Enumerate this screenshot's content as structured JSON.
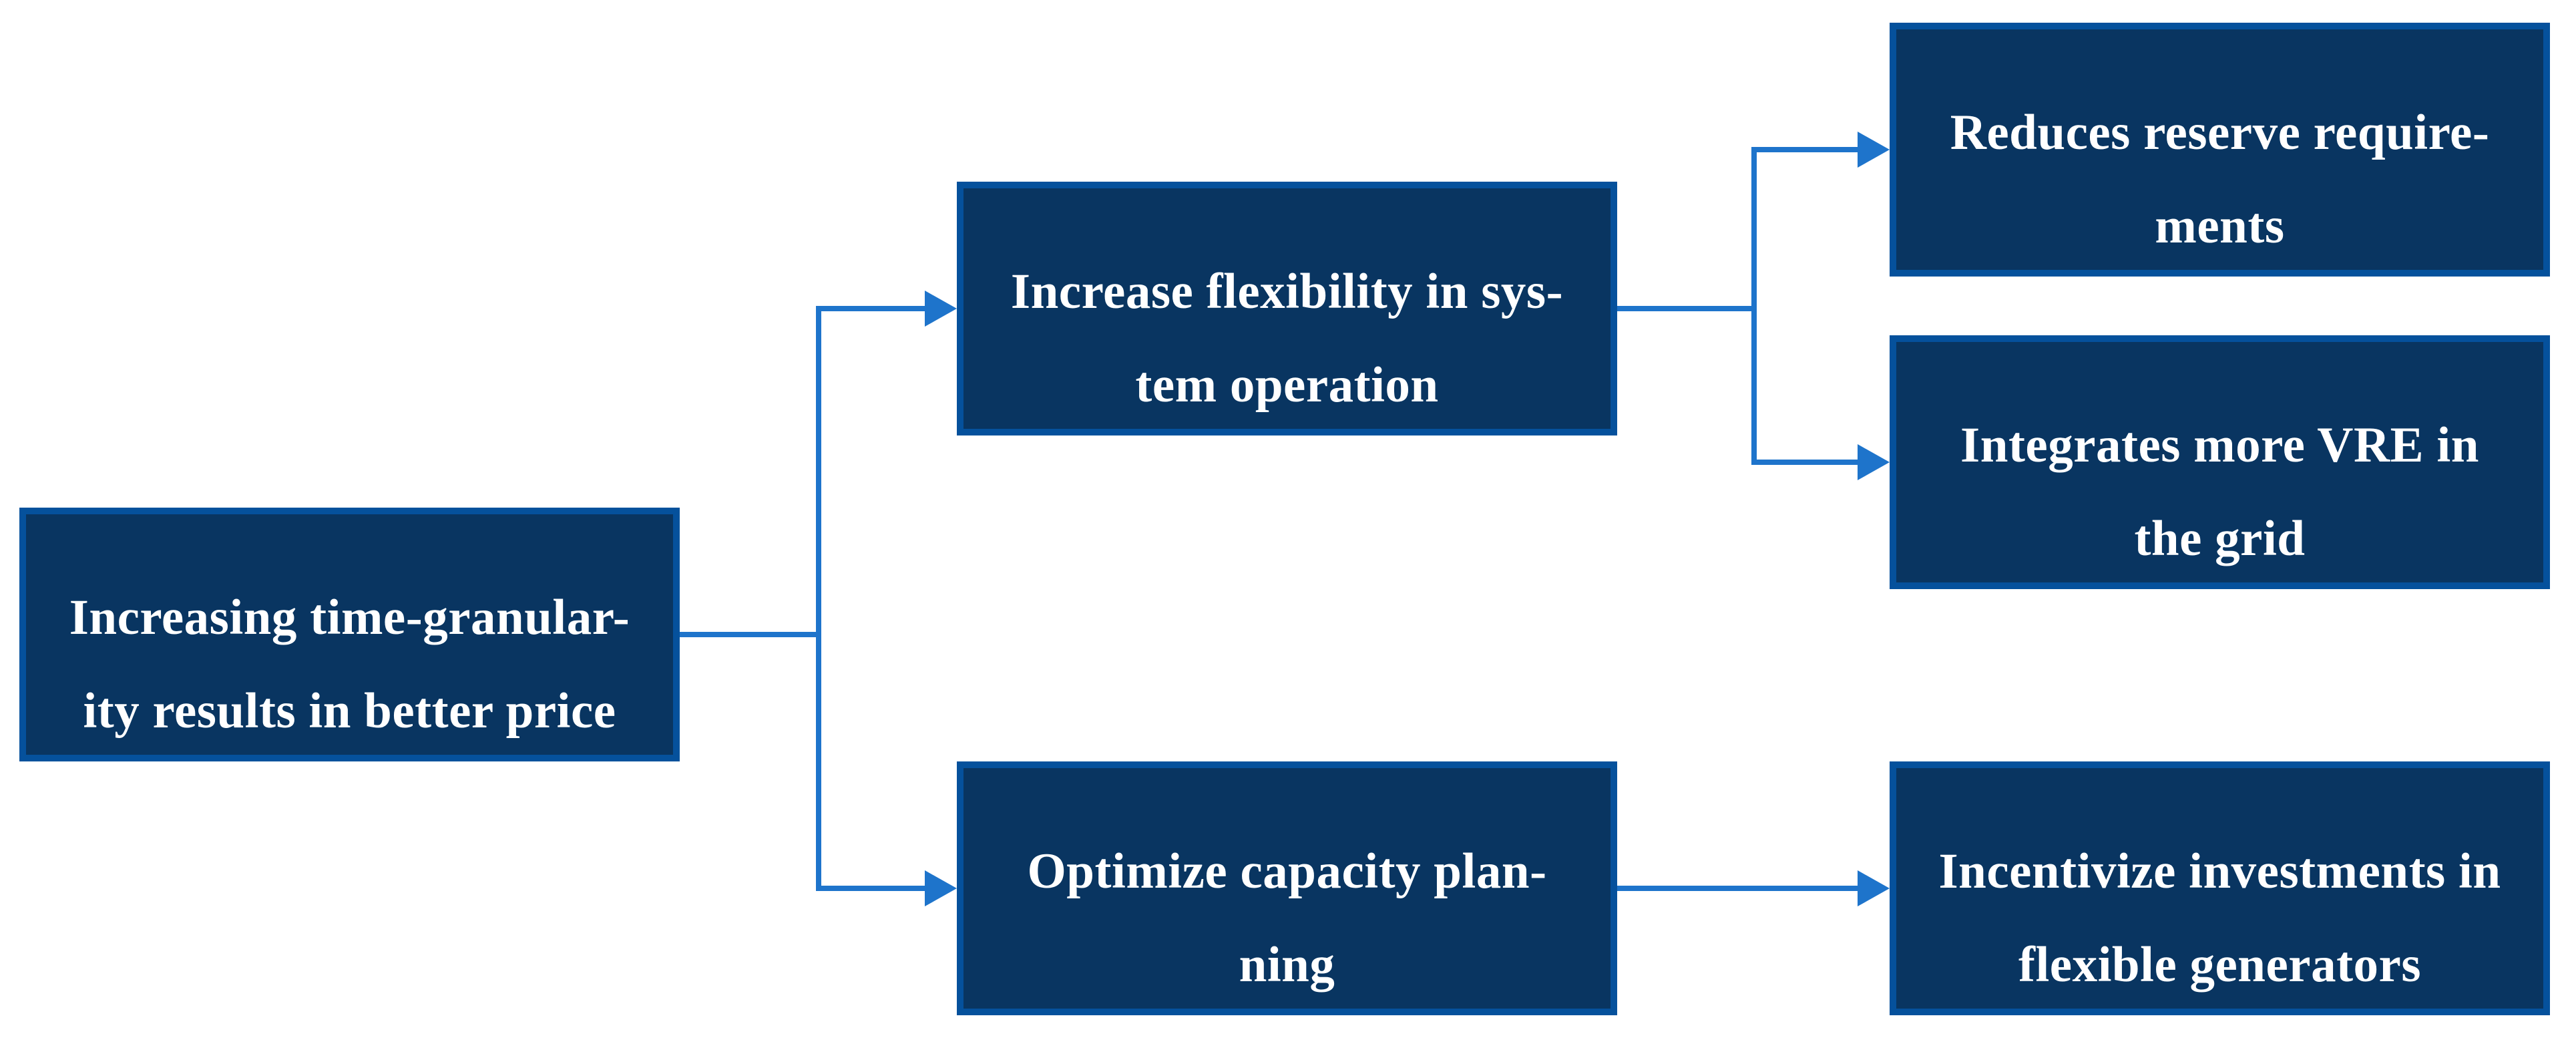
{
  "diagram": {
    "background_color": "#ffffff",
    "colors": {
      "node_fill": "#093561",
      "node_border": "#05519c",
      "connector": "#1e74cb",
      "text": "#ffffff"
    },
    "nodes": [
      {
        "id": "time-granularity",
        "text": "Increasing time-granularity results in better price",
        "lines": [
          "Increasing time-granular-",
          "ity results in better price"
        ]
      },
      {
        "id": "system-flexibility",
        "text": "Increase flexibility in system operation",
        "lines": [
          "Increase flexibility in sys-",
          "tem operation"
        ]
      },
      {
        "id": "capacity-planning",
        "text": "Optimize capacity planning",
        "lines": [
          "Optimize capacity plan-",
          "ning"
        ]
      },
      {
        "id": "reserve-requirements",
        "text": "Reduces reserve requirements",
        "lines": [
          "Reduces reserve require-",
          "ments"
        ]
      },
      {
        "id": "vre-integration",
        "text": "Integrates more VRE in the grid",
        "lines": [
          "Integrates more VRE in",
          "the grid"
        ]
      },
      {
        "id": "flexible-generator-investments",
        "text": "Incentivize investments in flexible generators",
        "lines": [
          "Incentivize investments in",
          "flexible generators"
        ]
      }
    ],
    "edges": [
      {
        "from": "time-granularity",
        "to": "system-flexibility"
      },
      {
        "from": "time-granularity",
        "to": "capacity-planning"
      },
      {
        "from": "system-flexibility",
        "to": "reserve-requirements"
      },
      {
        "from": "system-flexibility",
        "to": "vre-integration"
      },
      {
        "from": "capacity-planning",
        "to": "flexible-generator-investments"
      }
    ]
  }
}
